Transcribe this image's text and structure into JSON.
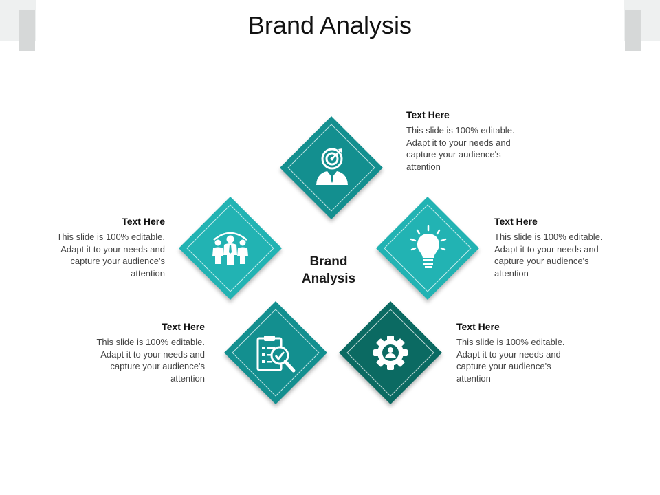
{
  "title": "Brand Analysis",
  "center_label": [
    "Brand",
    "Analysis"
  ],
  "colors": {
    "teal_dark": "#138f8f",
    "teal_light": "#22b3b3",
    "teal_deep": "#0b6a62",
    "corner_gray": "#d6d8d8"
  },
  "items": [
    {
      "heading": "Text Here",
      "body": "This slide is 100% editable. Adapt it to your needs and capture your audience's attention",
      "icon": "target-person-icon"
    },
    {
      "heading": "Text Here",
      "body": "This slide is 100% editable. Adapt it to your needs and capture your audience's attention",
      "icon": "team-icon"
    },
    {
      "heading": "Text Here",
      "body": "This slide is 100% editable. Adapt it to your needs and capture your audience's attention",
      "icon": "lightbulb-icon"
    },
    {
      "heading": "Text Here",
      "body": "This slide is 100% editable. Adapt it to your needs and capture your audience's attention",
      "icon": "clipboard-search-icon"
    },
    {
      "heading": "Text Here",
      "body": "This slide is 100% editable. Adapt it to your needs and capture your audience's attention",
      "icon": "gear-person-icon"
    }
  ]
}
